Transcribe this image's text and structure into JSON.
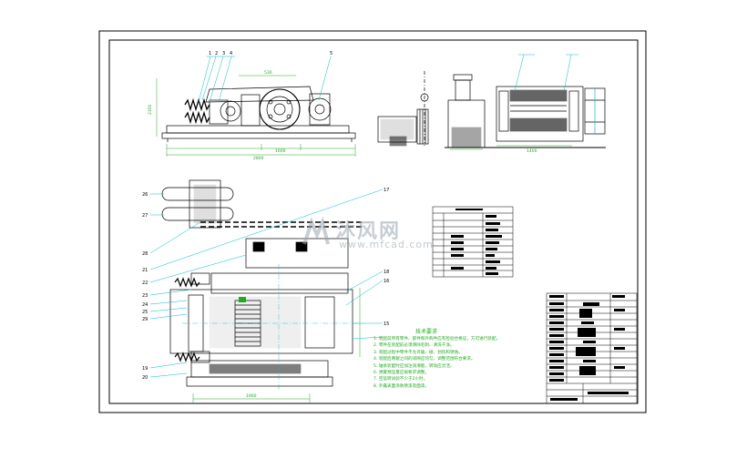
{
  "drawing": {
    "title": "Double roll crusher assembly drawing",
    "tech_requirements_title": "技术要求",
    "tech_requirements": [
      "1. 装配前所有零件、部件和外购件应有检验合格证，方可进行装配。",
      "2. 零件在装配前必须清除毛刺、清洗干净。",
      "3. 装配过程中零件不允许磕、碰、划伤和锈蚀。",
      "4. 装配后两辊之间的间隙应均匀，调整范围符合要求。",
      "5. 轴承装配时应加注润滑脂，转动应灵活。",
      "6. 弹簧预压量应按要求调整。",
      "7. 空运转试验不少于2小时。",
      "8. 外露表面涂防锈漆及面漆。"
    ],
    "top_dims": [
      "530",
      "2800",
      "1600"
    ],
    "side_dims": [
      "1400"
    ],
    "bottom_dims": [
      "1900"
    ],
    "left_dims": [
      "2350"
    ],
    "balloons_top": [
      "1",
      "2",
      "3",
      "4",
      "5"
    ],
    "balloons_bottom": [
      "26",
      "27",
      "28",
      "21",
      "22",
      "23",
      "24",
      "25",
      "29",
      "19",
      "20",
      "17",
      "18",
      "16",
      "15"
    ]
  },
  "watermark": {
    "text": "沐风网",
    "url": "www.mfcad.com"
  },
  "colors": {
    "line": "#000000",
    "leader": "#00bcd4",
    "dim": "#22aa22",
    "accent": "#22aa22"
  }
}
